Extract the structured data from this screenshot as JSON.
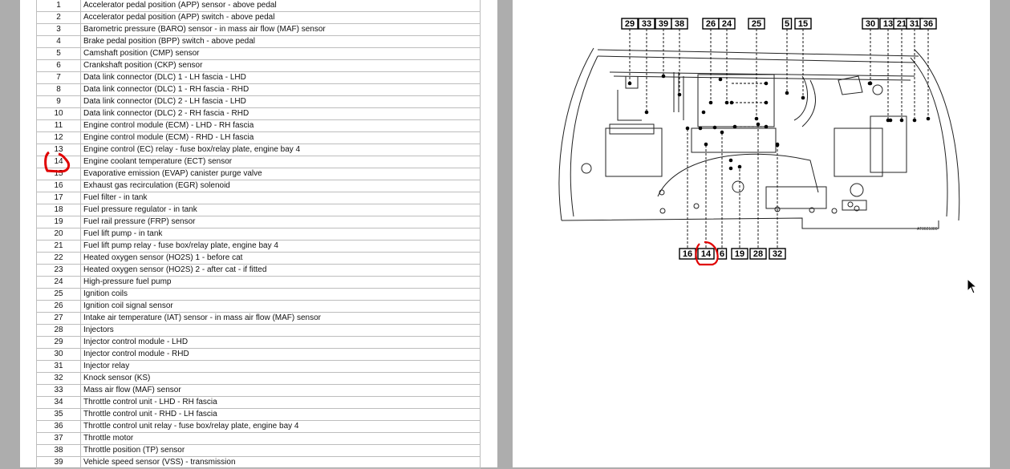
{
  "component_table": {
    "rows": [
      {
        "num": "1",
        "desc": "Accelerator pedal position (APP) sensor - above pedal"
      },
      {
        "num": "2",
        "desc": "Accelerator pedal position (APP) switch - above pedal"
      },
      {
        "num": "3",
        "desc": "Barometric pressure (BARO) sensor - in mass air flow (MAF) sensor"
      },
      {
        "num": "4",
        "desc": "Brake pedal position (BPP) switch - above pedal"
      },
      {
        "num": "5",
        "desc": "Camshaft position (CMP) sensor"
      },
      {
        "num": "6",
        "desc": "Crankshaft position (CKP) sensor"
      },
      {
        "num": "7",
        "desc": "Data link connector (DLC) 1 - LH fascia - LHD"
      },
      {
        "num": "8",
        "desc": "Data link connector (DLC) 1 - RH fascia - RHD"
      },
      {
        "num": "9",
        "desc": "Data link connector (DLC) 2 - LH fascia - LHD"
      },
      {
        "num": "10",
        "desc": "Data link connector (DLC) 2 - RH fascia - RHD"
      },
      {
        "num": "11",
        "desc": "Engine control module (ECM) - LHD - RH fascia"
      },
      {
        "num": "12",
        "desc": "Engine control module (ECM) - RHD - LH fascia"
      },
      {
        "num": "13",
        "desc": "Engine control (EC) relay - fuse box/relay plate, engine bay 4"
      },
      {
        "num": "14",
        "desc": "Engine coolant temperature (ECT) sensor"
      },
      {
        "num": "15",
        "desc": "Evaporative emission (EVAP) canister purge valve"
      },
      {
        "num": "16",
        "desc": "Exhaust gas recirculation (EGR) solenoid"
      },
      {
        "num": "17",
        "desc": "Fuel filter - in tank"
      },
      {
        "num": "18",
        "desc": "Fuel pressure regulator - in tank"
      },
      {
        "num": "19",
        "desc": "Fuel rail pressure (FRP) sensor"
      },
      {
        "num": "20",
        "desc": "Fuel lift pump - in tank"
      },
      {
        "num": "21",
        "desc": "Fuel lift pump relay - fuse box/relay plate, engine bay 4"
      },
      {
        "num": "22",
        "desc": "Heated oxygen sensor (HO2S) 1 - before cat"
      },
      {
        "num": "23",
        "desc": "Heated oxygen sensor (HO2S) 2 - after cat - if fitted"
      },
      {
        "num": "24",
        "desc": "High-pressure fuel pump"
      },
      {
        "num": "25",
        "desc": "Ignition coils"
      },
      {
        "num": "26",
        "desc": "Ignition coil signal sensor"
      },
      {
        "num": "27",
        "desc": "Intake air temperature (IAT) sensor - in mass air flow (MAF) sensor"
      },
      {
        "num": "28",
        "desc": "Injectors"
      },
      {
        "num": "29",
        "desc": "Injector control module - LHD"
      },
      {
        "num": "30",
        "desc": "Injector control module - RHD"
      },
      {
        "num": "31",
        "desc": "Injector relay"
      },
      {
        "num": "32",
        "desc": "Knock sensor (KS)"
      },
      {
        "num": "33",
        "desc": "Mass air flow (MAF) sensor"
      },
      {
        "num": "34",
        "desc": "Throttle control unit - LHD - RH fascia"
      },
      {
        "num": "35",
        "desc": "Throttle control unit - RHD - LH fascia"
      },
      {
        "num": "36",
        "desc": "Throttle control unit relay - fuse box/relay plate, engine bay 4"
      },
      {
        "num": "37",
        "desc": "Throttle motor"
      },
      {
        "num": "38",
        "desc": "Throttle position (TP) sensor"
      },
      {
        "num": "39",
        "desc": "Vehicle speed sensor (VSS) - transmission"
      }
    ]
  },
  "diagram": {
    "top_labels": [
      "29",
      "33",
      "39",
      "38",
      "26",
      "24",
      "25",
      "5",
      "15",
      "30",
      "13",
      "21",
      "31",
      "36"
    ],
    "bottom_labels": [
      "16",
      "14",
      "6",
      "19",
      "28",
      "32"
    ],
    "figure_code": "AT8021880",
    "highlighted_label": "14",
    "highlight_color": "#e00000"
  }
}
